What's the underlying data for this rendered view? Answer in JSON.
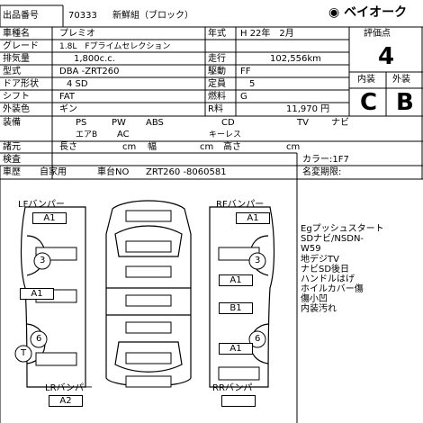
{
  "header": {
    "lot_label": "出品番号",
    "lot_number": "70333",
    "group": "新鮮組（ブロック）",
    "logo_text": "ベイオーク"
  },
  "rows": [
    {
      "label": "車種名",
      "value": "プレミオ"
    },
    {
      "label": "グレード",
      "value": "1.8L　Fプライムセレクション"
    },
    {
      "label": "排気量",
      "value": "1,800c.c."
    },
    {
      "label": "型式",
      "value": "DBA -ZRT260"
    },
    {
      "label": "ドア形状",
      "value": "4 SD"
    },
    {
      "label": "シフト",
      "value": "FAT"
    },
    {
      "label": "外装色",
      "value": "ギン"
    }
  ],
  "mid": [
    {
      "label": "年式",
      "value": "H 22年　2月"
    },
    {
      "label": "走行",
      "value": "102,556km"
    },
    {
      "label": "駆動",
      "value": "FF"
    },
    {
      "label": "定員",
      "value": "5"
    },
    {
      "label": "燃料",
      "value": "G"
    },
    {
      "label": "R料",
      "value": "11,970 円"
    }
  ],
  "evaluation": {
    "label": "評価点",
    "score": "4",
    "interior_label": "内装",
    "exterior_label": "外装",
    "interior": "C",
    "exterior": "B"
  },
  "equipment": {
    "label": "装備",
    "row1": [
      "PS",
      "PW",
      "ABS",
      "CD",
      "TV",
      "ナビ"
    ],
    "row2": [
      "エアB",
      "AC",
      "キーレス"
    ]
  },
  "specs": {
    "label": "諸元",
    "length": "長さ",
    "width": "幅",
    "height": "高さ",
    "unit": "cm"
  },
  "inspection": {
    "label": "検査",
    "history_label": "車歴",
    "usage": "自家用",
    "chassis_label": "車台NO",
    "chassis_number": "ZRT260 -8060581",
    "color_code": "カラー:1F7",
    "name_change": "名変期限:"
  },
  "diagram": {
    "lf_bumper": "LFバンパー",
    "rf_bumper": "RFバンパー",
    "lr_bumper": "LRバンパー",
    "rr_bumper": "RRバンパー",
    "lf_grade": "A1",
    "rf_grade": "A1",
    "lr_grade": "A2",
    "left_mid": "A1",
    "right_upper": "A1",
    "right_mid": "B1",
    "right_lower": "A1",
    "circles": [
      "3",
      "3",
      "6",
      "6"
    ],
    "tire_marker": "T"
  },
  "notes": [
    "Egプッシュスタート",
    "SDナビ/NSDN-",
    "W59",
    "地デジTV",
    "ナビSD後日",
    "ハンドルはげ",
    "ホイルカバー傷",
    "傷小凹",
    "内装汚れ"
  ]
}
